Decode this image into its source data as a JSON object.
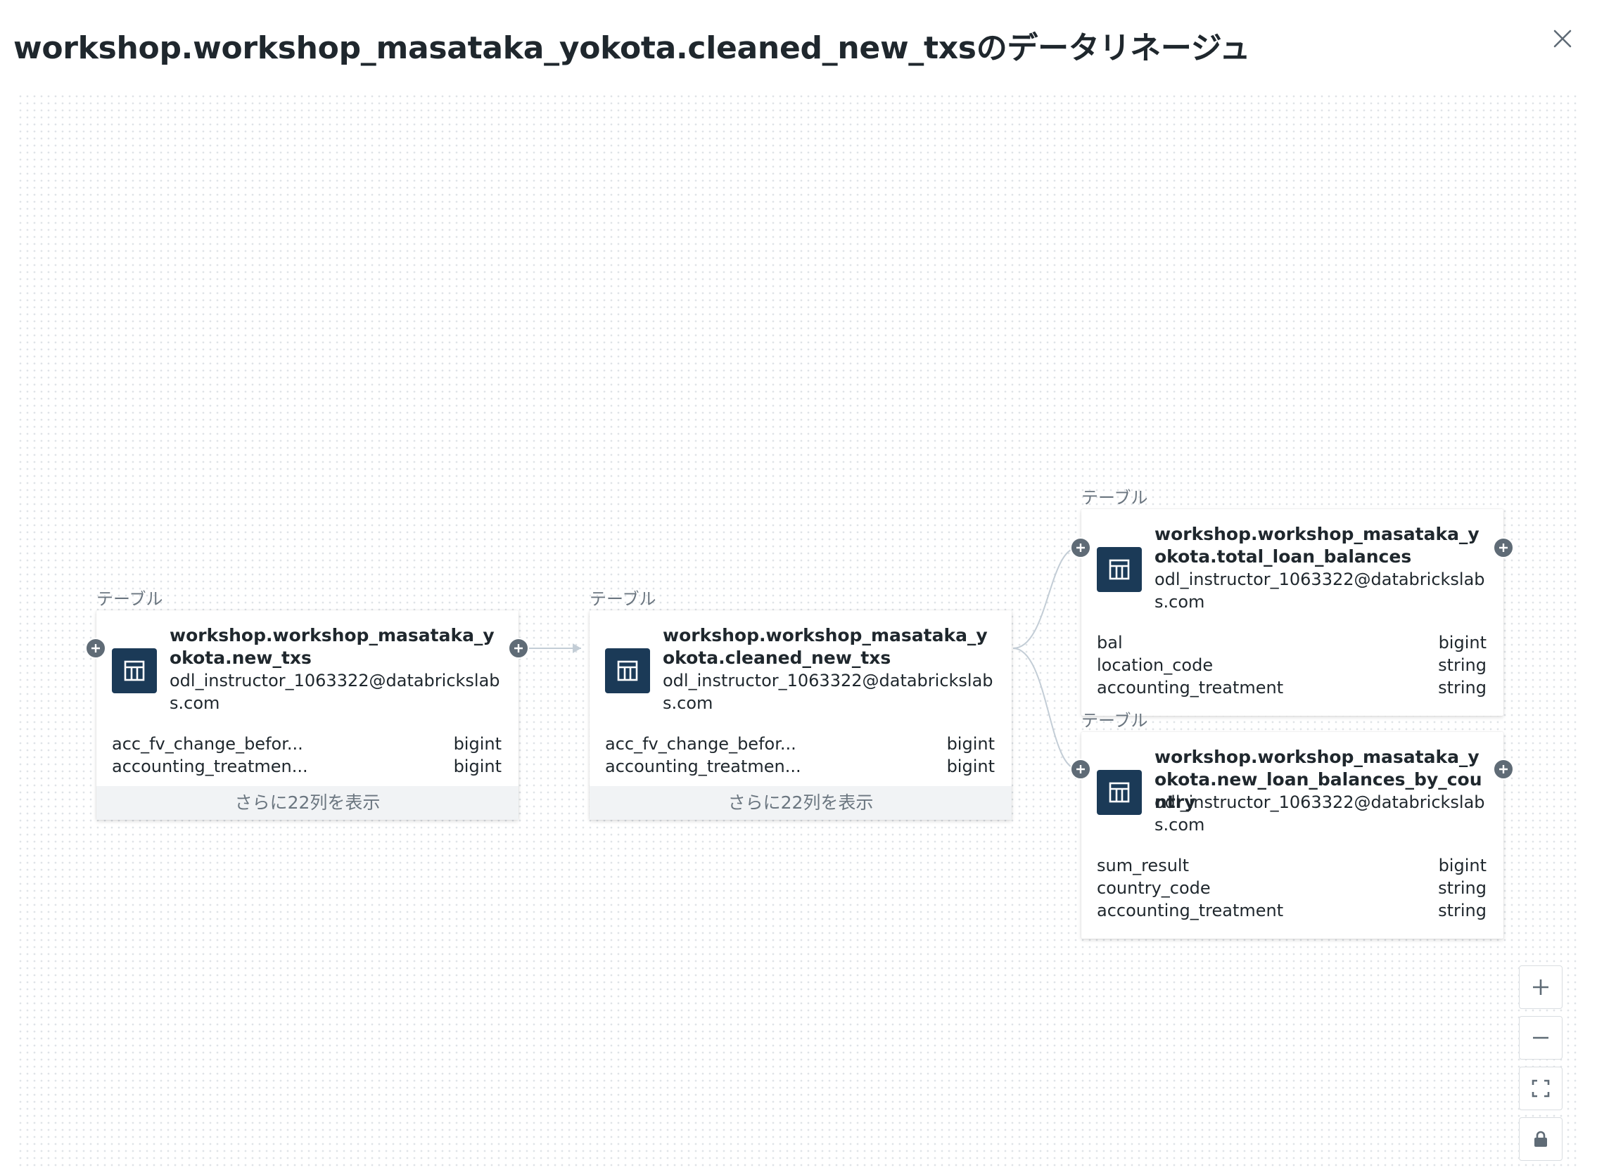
{
  "title": "workshop.workshop_masataka_yokota.cleaned_new_txsのデータリネージュ",
  "nodes": {
    "n1": {
      "type_label": "テーブル",
      "name": "workshop.workshop_masataka_yokota.new_txs",
      "owner": "odl_instructor_1063322@databrickslabs.com",
      "columns": [
        {
          "name": "acc_fv_change_befor...",
          "type": "bigint"
        },
        {
          "name": "accounting_treatmen...",
          "type": "bigint"
        }
      ],
      "show_more": "さらに22列を表示"
    },
    "n2": {
      "type_label": "テーブル",
      "name": "workshop.workshop_masataka_yokota.cleaned_new_txs",
      "owner": "odl_instructor_1063322@databrickslabs.com",
      "columns": [
        {
          "name": "acc_fv_change_befor...",
          "type": "bigint"
        },
        {
          "name": "accounting_treatmen...",
          "type": "bigint"
        }
      ],
      "show_more": "さらに22列を表示"
    },
    "n3": {
      "type_label": "テーブル",
      "name": "workshop.workshop_masataka_yokota.total_loan_balances",
      "owner": "odl_instructor_1063322@databrickslabs.com",
      "columns": [
        {
          "name": "bal",
          "type": "bigint"
        },
        {
          "name": "location_code",
          "type": "string"
        },
        {
          "name": "accounting_treatment",
          "type": "string"
        }
      ]
    },
    "n4": {
      "type_label": "テーブル",
      "name": "workshop.workshop_masataka_yokota.new_loan_balances_by_country",
      "owner": "odl_instructor_1063322@databrickslabs.com",
      "columns": [
        {
          "name": "sum_result",
          "type": "bigint"
        },
        {
          "name": "country_code",
          "type": "string"
        },
        {
          "name": "accounting_treatment",
          "type": "string"
        }
      ]
    }
  },
  "colors": {
    "icon_bg": "#1b3a57",
    "expand_bg": "#5f6b76",
    "edge": "#c3cdd6"
  },
  "icons": {
    "close": "close-icon",
    "table": "table-icon",
    "plus": "plus-icon",
    "zoom_in": "zoom-in-icon",
    "zoom_out": "zoom-out-icon",
    "fit": "fit-view-icon",
    "lock": "lock-icon"
  }
}
